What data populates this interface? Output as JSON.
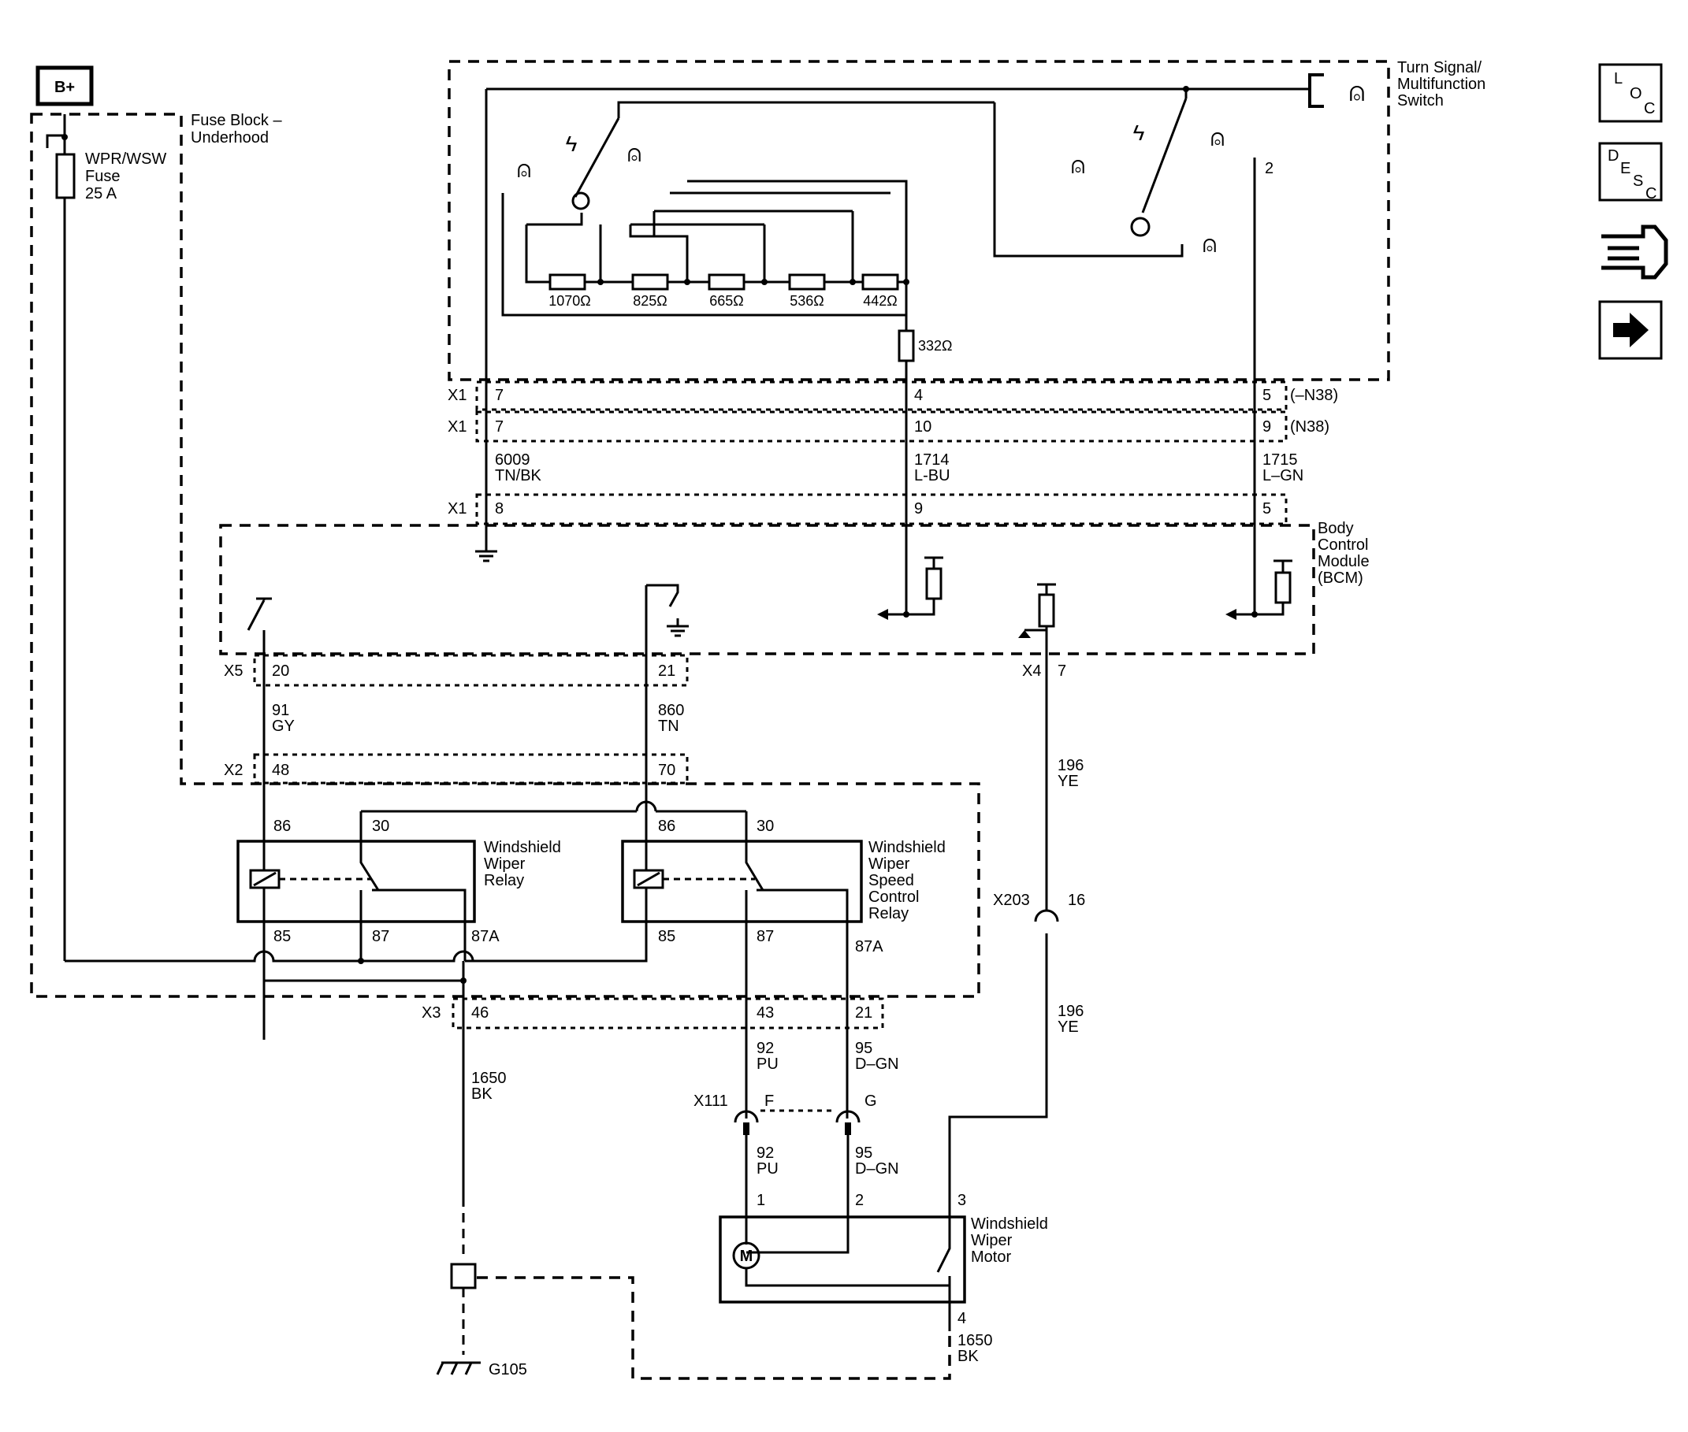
{
  "header": {
    "battery": "B+",
    "fuse_block": [
      "Fuse Block –",
      "Underhood"
    ],
    "fuse": [
      "WPR/WSW",
      "Fuse",
      "25 A"
    ],
    "switch": [
      "Turn Signal/",
      "Multifunction",
      "Switch"
    ],
    "bcm": [
      "Body",
      "Control",
      "Module",
      "(BCM)"
    ],
    "wiper_relay": [
      "Windshield",
      "Wiper",
      "Relay"
    ],
    "speed_relay": [
      "Windshield",
      "Wiper",
      "Speed",
      "Control",
      "Relay"
    ],
    "motor": [
      "Windshield",
      "Wiper",
      "Motor"
    ],
    "ground": "G105"
  },
  "resistors": [
    "1070Ω",
    "825Ω",
    "665Ω",
    "536Ω",
    "442Ω",
    "332Ω"
  ],
  "connectors": {
    "x1": "X1",
    "x2": "X2",
    "x3": "X3",
    "x4": "X4",
    "x5": "X5",
    "x111": "X111",
    "x203": "X203",
    "n38_minus": "(–N38)",
    "n38": "(N38)"
  },
  "pins": {
    "x1a": [
      "7",
      "4",
      "5"
    ],
    "x1b": [
      "7",
      "10",
      "9"
    ],
    "x1c": [
      "8",
      "9",
      "5"
    ],
    "sw2": "2",
    "x5": [
      "20",
      "21"
    ],
    "x4": "7",
    "x2": [
      "48",
      "70"
    ],
    "relay1": [
      "86",
      "30",
      "85",
      "87",
      "87A"
    ],
    "relay2": [
      "86",
      "30",
      "85",
      "87",
      "87A"
    ],
    "x203": "16",
    "x3": [
      "46",
      "43",
      "21"
    ],
    "x111": [
      "F",
      "G"
    ],
    "motor": [
      "1",
      "2",
      "3",
      "4"
    ]
  },
  "wires": {
    "w6009": [
      "6009",
      "TN/BK"
    ],
    "w1714": [
      "1714",
      "L-BU"
    ],
    "w1715": [
      "1715",
      "L–GN"
    ],
    "w91": [
      "91",
      "GY"
    ],
    "w860": [
      "860",
      "TN"
    ],
    "w196a": [
      "196",
      "YE"
    ],
    "w196b": [
      "196",
      "YE"
    ],
    "w1650a": [
      "1650",
      "BK"
    ],
    "w92a": [
      "92",
      "PU"
    ],
    "w95a": [
      "95",
      "D–GN"
    ],
    "w92b": [
      "92",
      "PU"
    ],
    "w95b": [
      "95",
      "D–GN"
    ],
    "w1650b": [
      "1650",
      "BK"
    ]
  },
  "nav_icons": [
    "loc-icon",
    "desc-icon",
    "connector-icon",
    "next-arrow-icon"
  ],
  "nav_text": {
    "loc": [
      "L",
      "O",
      "C"
    ],
    "desc": [
      "D",
      "E",
      "S",
      "C"
    ]
  }
}
